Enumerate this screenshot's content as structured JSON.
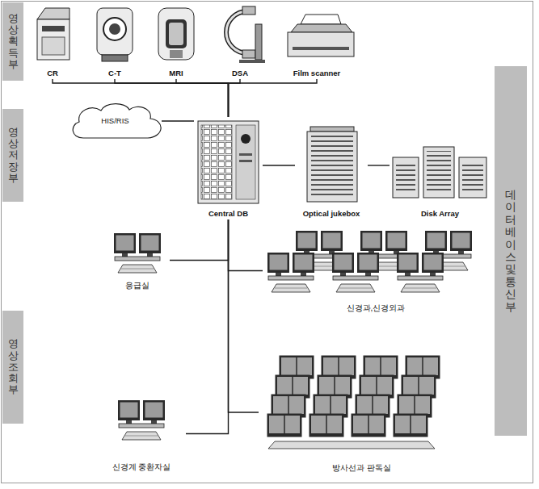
{
  "diagram": {
    "nodes": [
      {
        "text": [
          "영상 획득부"
        ]
      },
      {
        "text": [
          "CR"
        ]
      },
      {
        "text": [
          "C-T"
        ]
      },
      {
        "text": [
          "MRI"
        ]
      },
      {
        "text": [
          "DSA"
        ]
      },
      {
        "text": [
          "Film scanner"
        ]
      },
      {
        "text": [
          "데이터베이스 및 통신부"
        ]
      },
      {
        "text": [
          "HIS/RIS"
        ]
      },
      {
        "text": [
          "영상 저장부"
        ]
      },
      {
        "text": [
          "Central DB"
        ]
      },
      {
        "text": [
          "Optical jukebox"
        ]
      },
      {
        "text": [
          "Disk Array"
        ]
      },
      {
        "text": [
          "응급실"
        ]
      },
      {
        "text": [
          "신경과,신경외과"
        ]
      },
      {
        "text": [
          "영상 조회부"
        ]
      },
      {
        "text": [
          "신경계 중환자실"
        ]
      },
      {
        "text": [
          "방사선과 판독실"
        ]
      }
    ],
    "edges": [
      {
        "from": 1,
        "to": 9,
        "arrow": "none"
      },
      {
        "from": 2,
        "to": 9,
        "arrow": "none"
      },
      {
        "from": 3,
        "to": 9,
        "arrow": "none"
      },
      {
        "from": 4,
        "to": 9,
        "arrow": "none"
      },
      {
        "from": 5,
        "to": 9,
        "arrow": "none"
      },
      {
        "from": 7,
        "to": 9,
        "arrow": "none"
      },
      {
        "from": 9,
        "to": 10,
        "arrow": "none"
      },
      {
        "from": 10,
        "to": 11,
        "arrow": "none"
      },
      {
        "from": 9,
        "to": 12,
        "arrow": "none"
      },
      {
        "from": 9,
        "to": 13,
        "arrow": "none"
      },
      {
        "from": 9,
        "to": 15,
        "arrow": "none"
      },
      {
        "from": 9,
        "to": 16,
        "arrow": "none"
      }
    ]
  }
}
